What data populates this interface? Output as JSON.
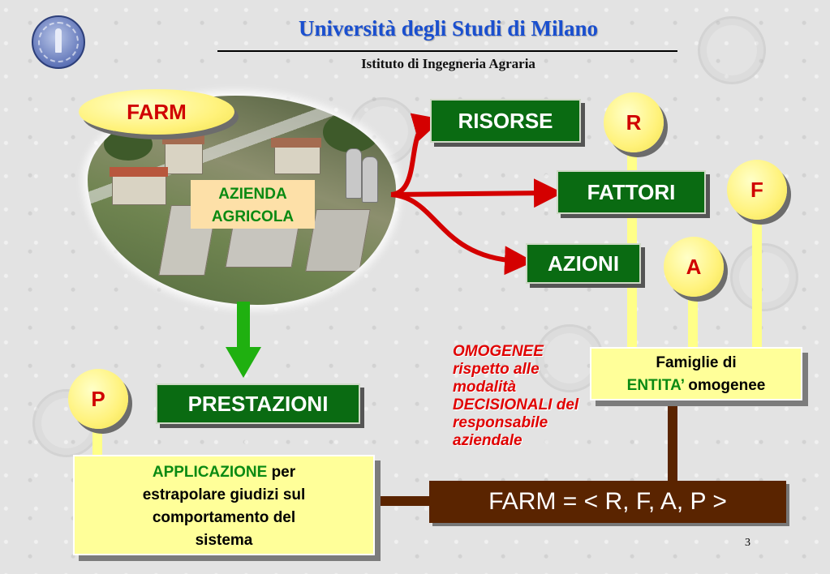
{
  "header": {
    "title": "Università degli Studi di Milano",
    "subtitle": "Istituto di Ingegneria Agraria"
  },
  "farm": {
    "label": "FARM",
    "azienda_line1": "AZIENDA",
    "azienda_line2": "AGRICOLA"
  },
  "outputs": [
    {
      "label": "RISORSE",
      "letter": "R"
    },
    {
      "label": "FATTORI",
      "letter": "F"
    },
    {
      "label": "AZIONI",
      "letter": "A"
    }
  ],
  "prestazioni": {
    "label": "PRESTAZIONI",
    "letter": "P"
  },
  "famiglie": {
    "line1": "Famiglie di",
    "entita": "ENTITA’",
    "omogenee": " omogenee"
  },
  "omogenee_note": [
    "OMOGENEE",
    "rispetto alle",
    "modalità",
    "DECISIONALI del",
    "responsabile",
    "aziendale"
  ],
  "applicazione": {
    "highlight": "APPLICAZIONE",
    "line1_rest": " per",
    "line2": "estrapolare giudizi sul",
    "line3": "comportamento del",
    "line4": "sistema"
  },
  "formula": "FARM = < R, F, A, P >",
  "page_number": "3",
  "colors": {
    "title_blue": "#1a4fcf",
    "box_green": "#0a6b12",
    "letter_red": "#d00000",
    "arrow_red": "#d40000",
    "arrow_green": "#1fb010",
    "brown": "#5a2400",
    "pale_yellow": "#ffff99"
  }
}
